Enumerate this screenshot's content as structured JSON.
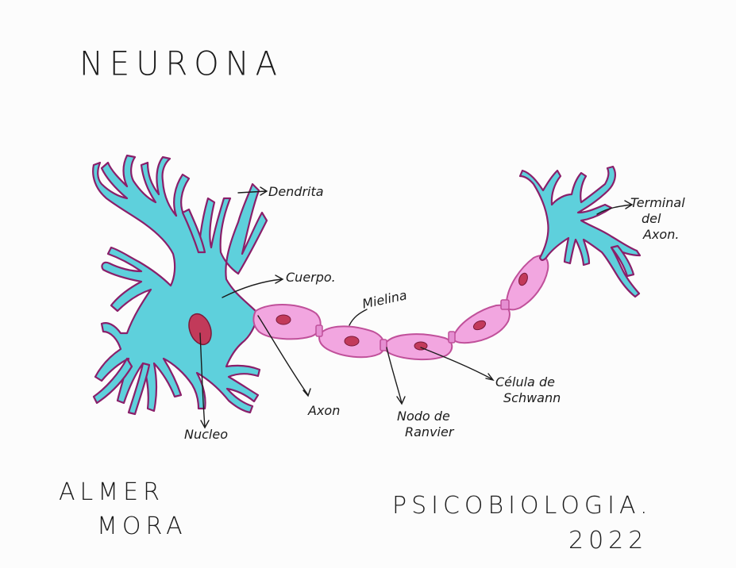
{
  "title": "NEURONA",
  "labels": {
    "dendrita": "Dendrita",
    "cuerpo": "Cuerpo.",
    "mielina": "Mielina",
    "terminal_line1": "Terminal",
    "terminal_line2": "del",
    "terminal_line3": "Axon.",
    "nucleo": "Nucleo",
    "axon": "Axon",
    "nodo_line1": "Nodo de",
    "nodo_line2": "Ranvier",
    "schwann_line1": "Célula de",
    "schwann_line2": "Schwann"
  },
  "author": {
    "line1": "ALMER",
    "line2": "MORA"
  },
  "course": {
    "subject": "PSICOBIOLOGIA.",
    "year": "2022"
  },
  "colors": {
    "dendrite_fill": "#5ed0dc",
    "dendrite_outline": "#8a1f6a",
    "myelin_fill": "#f2a6e0",
    "myelin_outline": "#c0509a",
    "nucleus_fill": "#c23a5a",
    "ink": "#1c1c1c"
  }
}
